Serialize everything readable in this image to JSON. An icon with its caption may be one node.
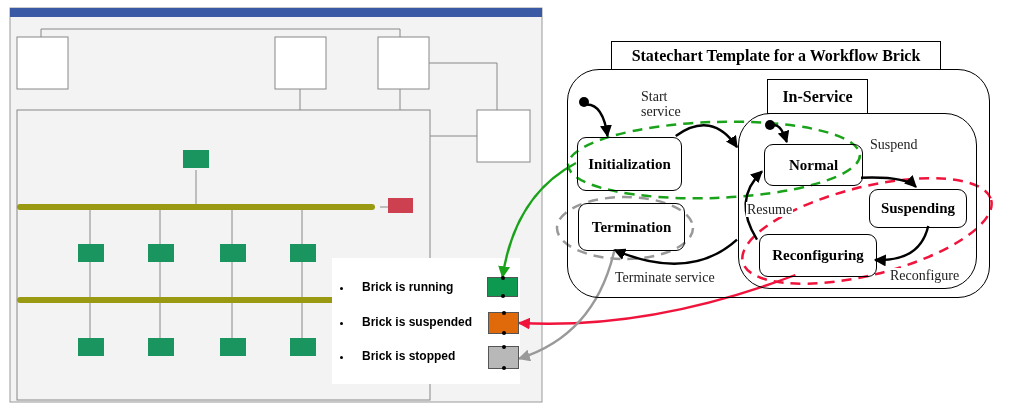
{
  "diagram": {
    "nodes": [
      {
        "text": [
          "Statechart Template for a Workflow Brick"
        ]
      },
      {
        "text": [],
        "shape": "circle",
        "in": 0
      },
      {
        "text": [
          "Initialization"
        ],
        "in": 0
      },
      {
        "text": [
          "Termination"
        ],
        "in": 0
      },
      {
        "text": [
          "In-Service"
        ],
        "in": 0
      },
      {
        "text": [],
        "shape": "circle",
        "in": 4
      },
      {
        "text": [
          "Normal"
        ],
        "in": 4
      },
      {
        "text": [
          "Suspending"
        ],
        "in": 4
      },
      {
        "text": [
          "Reconfiguring"
        ],
        "in": 4
      },
      {
        "text": [],
        "shape": "box"
      },
      {
        "text": [],
        "shape": "box"
      },
      {
        "text": [],
        "shape": "box"
      }
    ],
    "edges": [
      {
        "from": 1,
        "to": 2,
        "arrow": "to"
      },
      {
        "from": 2,
        "to": 4,
        "arrow": "to",
        "label": "Start service"
      },
      {
        "from": 5,
        "to": 6,
        "arrow": "to"
      },
      {
        "from": 6,
        "to": 7,
        "arrow": "to",
        "label": "Suspend"
      },
      {
        "from": 7,
        "to": 8,
        "arrow": "to",
        "label": "Reconfigure"
      },
      {
        "from": 8,
        "to": 6,
        "arrow": "to",
        "label": "Resume"
      },
      {
        "from": 4,
        "to": 3,
        "arrow": "to",
        "label": "Terminate service"
      },
      {
        "from": 2,
        "to": 9,
        "arrow": "to",
        "color": "#1aa31a"
      },
      {
        "from": 8,
        "to": 10,
        "arrow": "to",
        "color": "#f0143c"
      },
      {
        "from": 3,
        "to": 11,
        "arrow": "to",
        "color": "#999999"
      }
    ],
    "legend": [
      {
        "text": "Brick is running",
        "color": "#0d9a50"
      },
      {
        "text": "Brick is suspended",
        "color": "#e06a0a"
      },
      {
        "text": "Brick is stopped",
        "color": "#b8b8b8"
      }
    ]
  }
}
